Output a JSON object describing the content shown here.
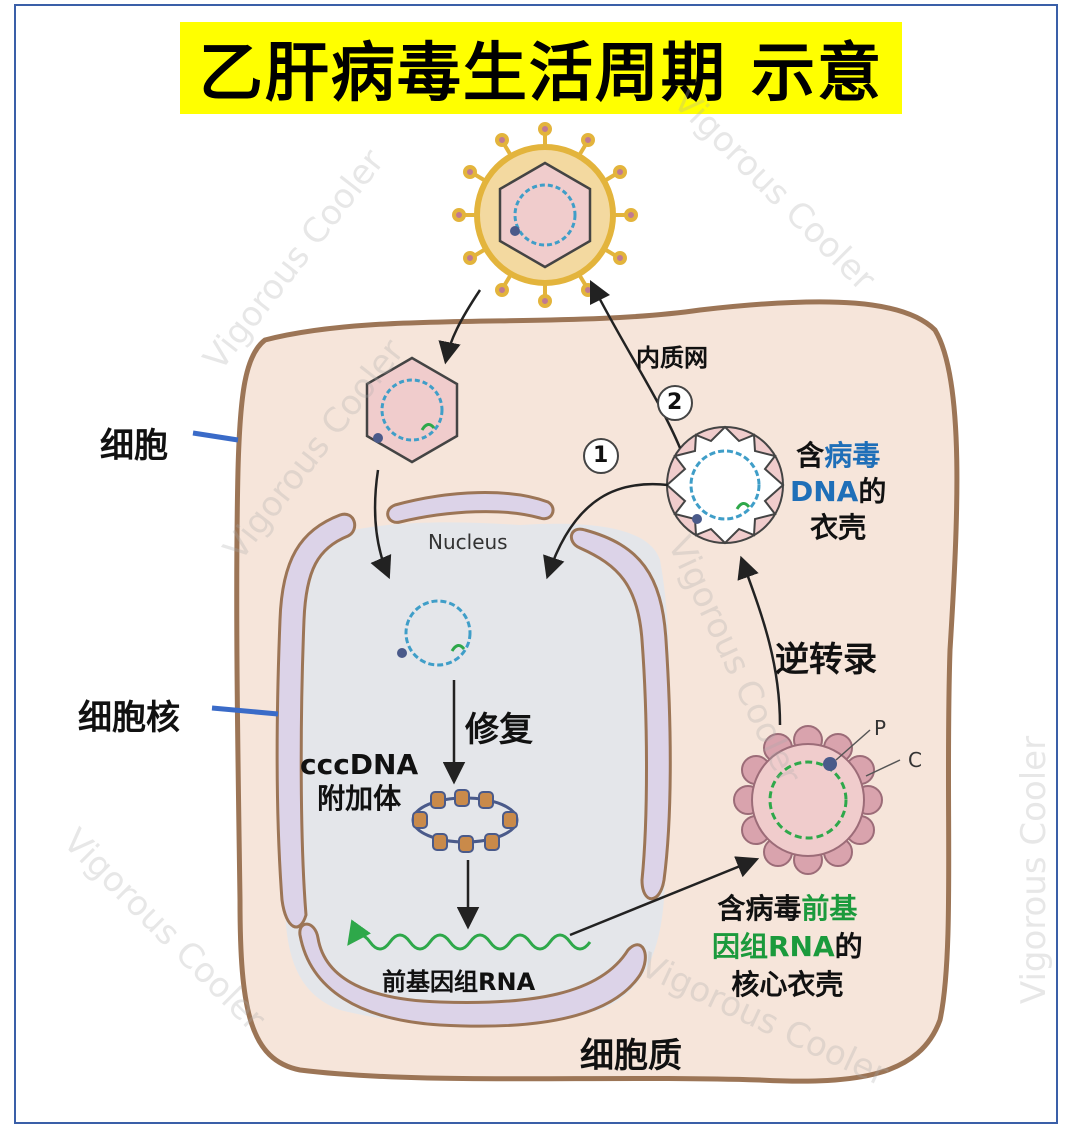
{
  "title": "乙肝病毒生活周期 示意",
  "labels": {
    "cell": "细胞",
    "nucleus_cn": "细胞核",
    "nucleus_en": "Nucleus",
    "er": "内质网",
    "step1": "1",
    "step2": "2",
    "capsid_dna_line1_prefix": "含",
    "capsid_dna_line1_colored": "病毒",
    "capsid_dna_line2_colored": "DNA",
    "capsid_dna_line2_suffix": "的",
    "capsid_dna_line3": "衣壳",
    "reverse_transcription": "逆转录",
    "repair": "修复",
    "cccdna_line1": "cccDNA",
    "cccdna_line2": "附加体",
    "pgrna": "前基因组RNA",
    "core_line1_prefix": "含病毒",
    "core_line1_colored": "前基",
    "core_line2_colored": "因组RNA",
    "core_line2_suffix": "的",
    "core_line3": "核心衣壳",
    "cytoplasm": "细胞质",
    "p_label": "P",
    "c_label": "C",
    "watermark": "Vigorous Cooler"
  },
  "colors": {
    "title_bg": "#ffff00",
    "cell_fill": "#f6e5da",
    "cell_stroke": "#9c7556",
    "nucleus_fill": "#e4e6ea",
    "membrane_fill": "#dcd3e8",
    "virus_spike": "#e3b43c",
    "virus_knob": "#c07a92",
    "dna_blue": "#3f9ec8",
    "dna_green": "#2ea84a",
    "capsid_fill": "#f0cccc",
    "frame": "#3a5fa8",
    "pointer_blue": "#3a6bc8"
  }
}
